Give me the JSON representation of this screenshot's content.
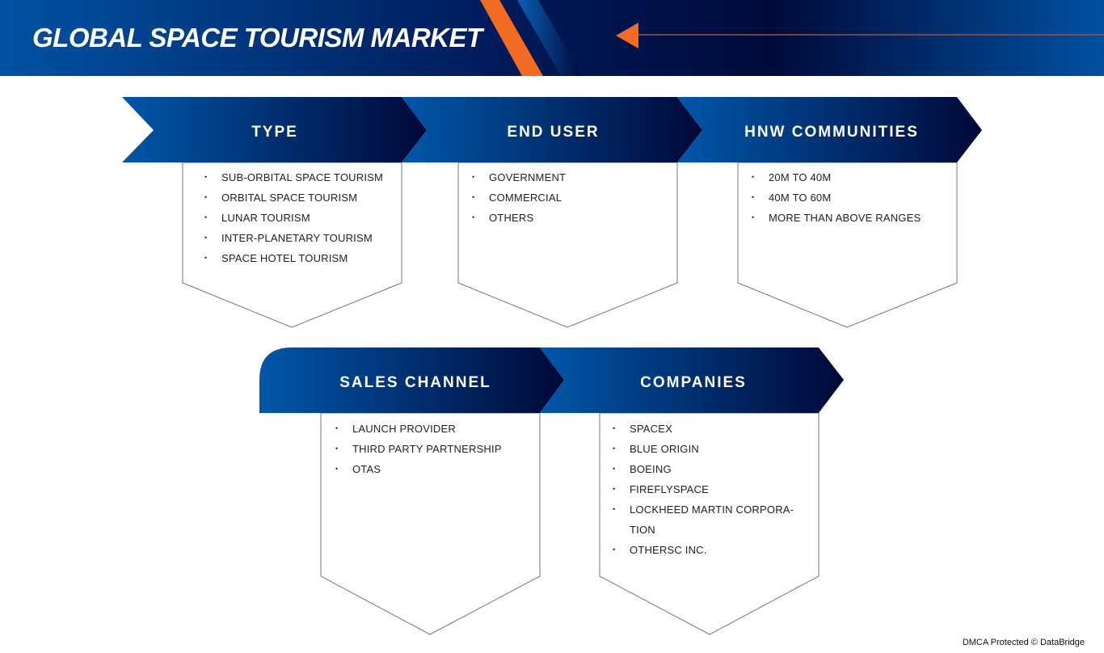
{
  "title": "GLOBAL SPACE TOURISM MARKET",
  "colors": {
    "brand_blue": "#0055a5",
    "brand_navy": "#000a3a",
    "accent_orange": "#f26b22"
  },
  "segments": [
    {
      "label": "TYPE",
      "items": [
        "SUB-ORBITAL SPACE TOURISM",
        "ORBITAL SPACE TOURISM",
        "LUNAR TOURISM",
        "INTER-PLANETARY TOURISM",
        "SPACE HOTEL TOURISM"
      ]
    },
    {
      "label": "END USER",
      "items": [
        "GOVERNMENT",
        "COMMERCIAL",
        "OTHERS"
      ]
    },
    {
      "label": "HNW COMMUNITIES",
      "items": [
        "20M TO 40M",
        "40M TO 60M",
        "MORE THAN ABOVE RANGES"
      ]
    },
    {
      "label": "SALES CHANNEL",
      "items": [
        "LAUNCH PROVIDER",
        "THIRD PARTY PARTNERSHIP",
        "OTAS"
      ]
    },
    {
      "label": "COMPANIES",
      "items": [
        "SPACEX",
        "BLUE ORIGIN",
        "BOEING",
        "FIREFLYSPACE",
        "LOCKHEED MARTIN CORPORA-",
        "TION",
        "OTHERSC INC."
      ]
    }
  ],
  "footer": "DMCA Protected © DataBridge"
}
